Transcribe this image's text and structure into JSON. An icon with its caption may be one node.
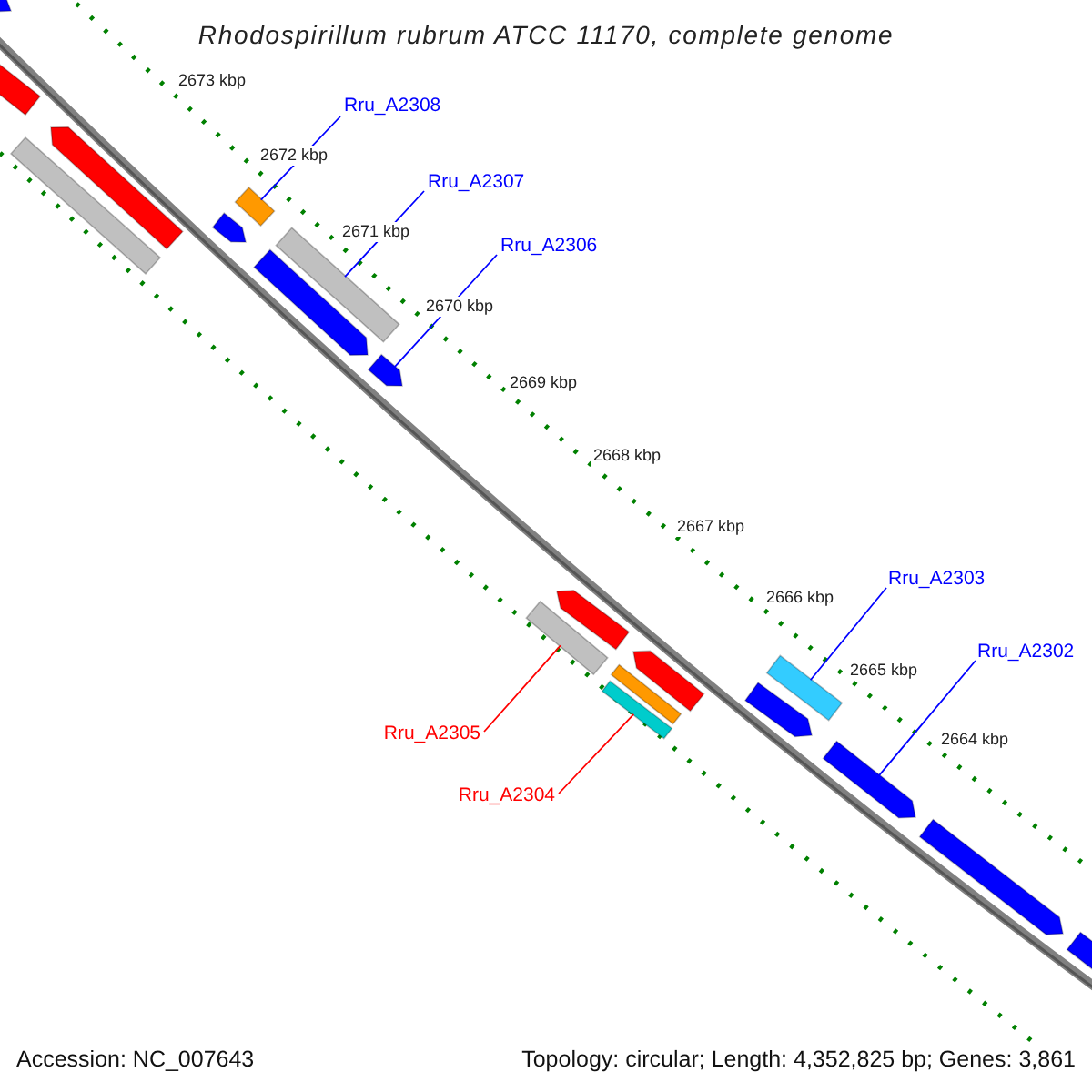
{
  "diagram": {
    "title": "Rhodospirillum rubrum ATCC 11170, complete genome",
    "nodes": [
      {
        "text": [
          "Rru_A2308"
        ]
      },
      {
        "text": [
          "Rru_A2307"
        ]
      },
      {
        "text": [
          "Rru_A2306"
        ]
      },
      {
        "text": [
          "Rru_A2303"
        ]
      },
      {
        "text": [
          "Rru_A2302"
        ]
      },
      {
        "text": [
          "Rru_A2305"
        ]
      },
      {
        "text": [
          "Rru_A2304"
        ]
      },
      {
        "text": [],
        "shape": "arrow"
      },
      {
        "text": [],
        "shape": "bar"
      },
      {
        "text": [],
        "shape": "arrow"
      },
      {
        "text": [],
        "shape": "bar"
      },
      {
        "text": [],
        "shape": "arrow"
      },
      {
        "text": [],
        "shape": "bar"
      },
      {
        "text": [],
        "shape": "bar"
      },
      {
        "text": [],
        "shape": "arrow"
      },
      {
        "text": [],
        "shape": "arrow"
      },
      {
        "text": [],
        "shape": "arrow"
      },
      {
        "text": [],
        "shape": "bar"
      },
      {
        "text": [],
        "shape": "arrow"
      },
      {
        "text": [],
        "shape": "bar"
      },
      {
        "text": [],
        "shape": "bar"
      },
      {
        "text": [],
        "shape": "bar"
      },
      {
        "text": [],
        "shape": "arrow"
      },
      {
        "text": [],
        "shape": "arrow"
      },
      {
        "text": [],
        "shape": "arrow"
      },
      {
        "text": [],
        "shape": "bar"
      }
    ],
    "edges": [
      {
        "from": 0,
        "to": 12,
        "arrow": "none"
      },
      {
        "from": 1,
        "to": 13,
        "arrow": "none"
      },
      {
        "from": 2,
        "to": 15,
        "arrow": "none"
      },
      {
        "from": 3,
        "to": 21,
        "arrow": "none"
      },
      {
        "from": 4,
        "to": 23,
        "arrow": "none"
      },
      {
        "from": 5,
        "to": 17,
        "arrow": "none",
        "color": "#ff0000"
      },
      {
        "from": 6,
        "to": 20,
        "arrow": "none",
        "color": "#ff0000"
      }
    ],
    "labels": [
      "2673 kbp",
      "2672 kbp",
      "2671 kbp",
      "2670 kbp",
      "2669 kbp",
      "2668 kbp",
      "2667 kbp",
      "2666 kbp",
      "2665 kbp",
      "2664 kbp",
      "Accession: NC_007643",
      "Topology: circular; Length: 4,352,825 bp; Genes: 3,861"
    ]
  }
}
